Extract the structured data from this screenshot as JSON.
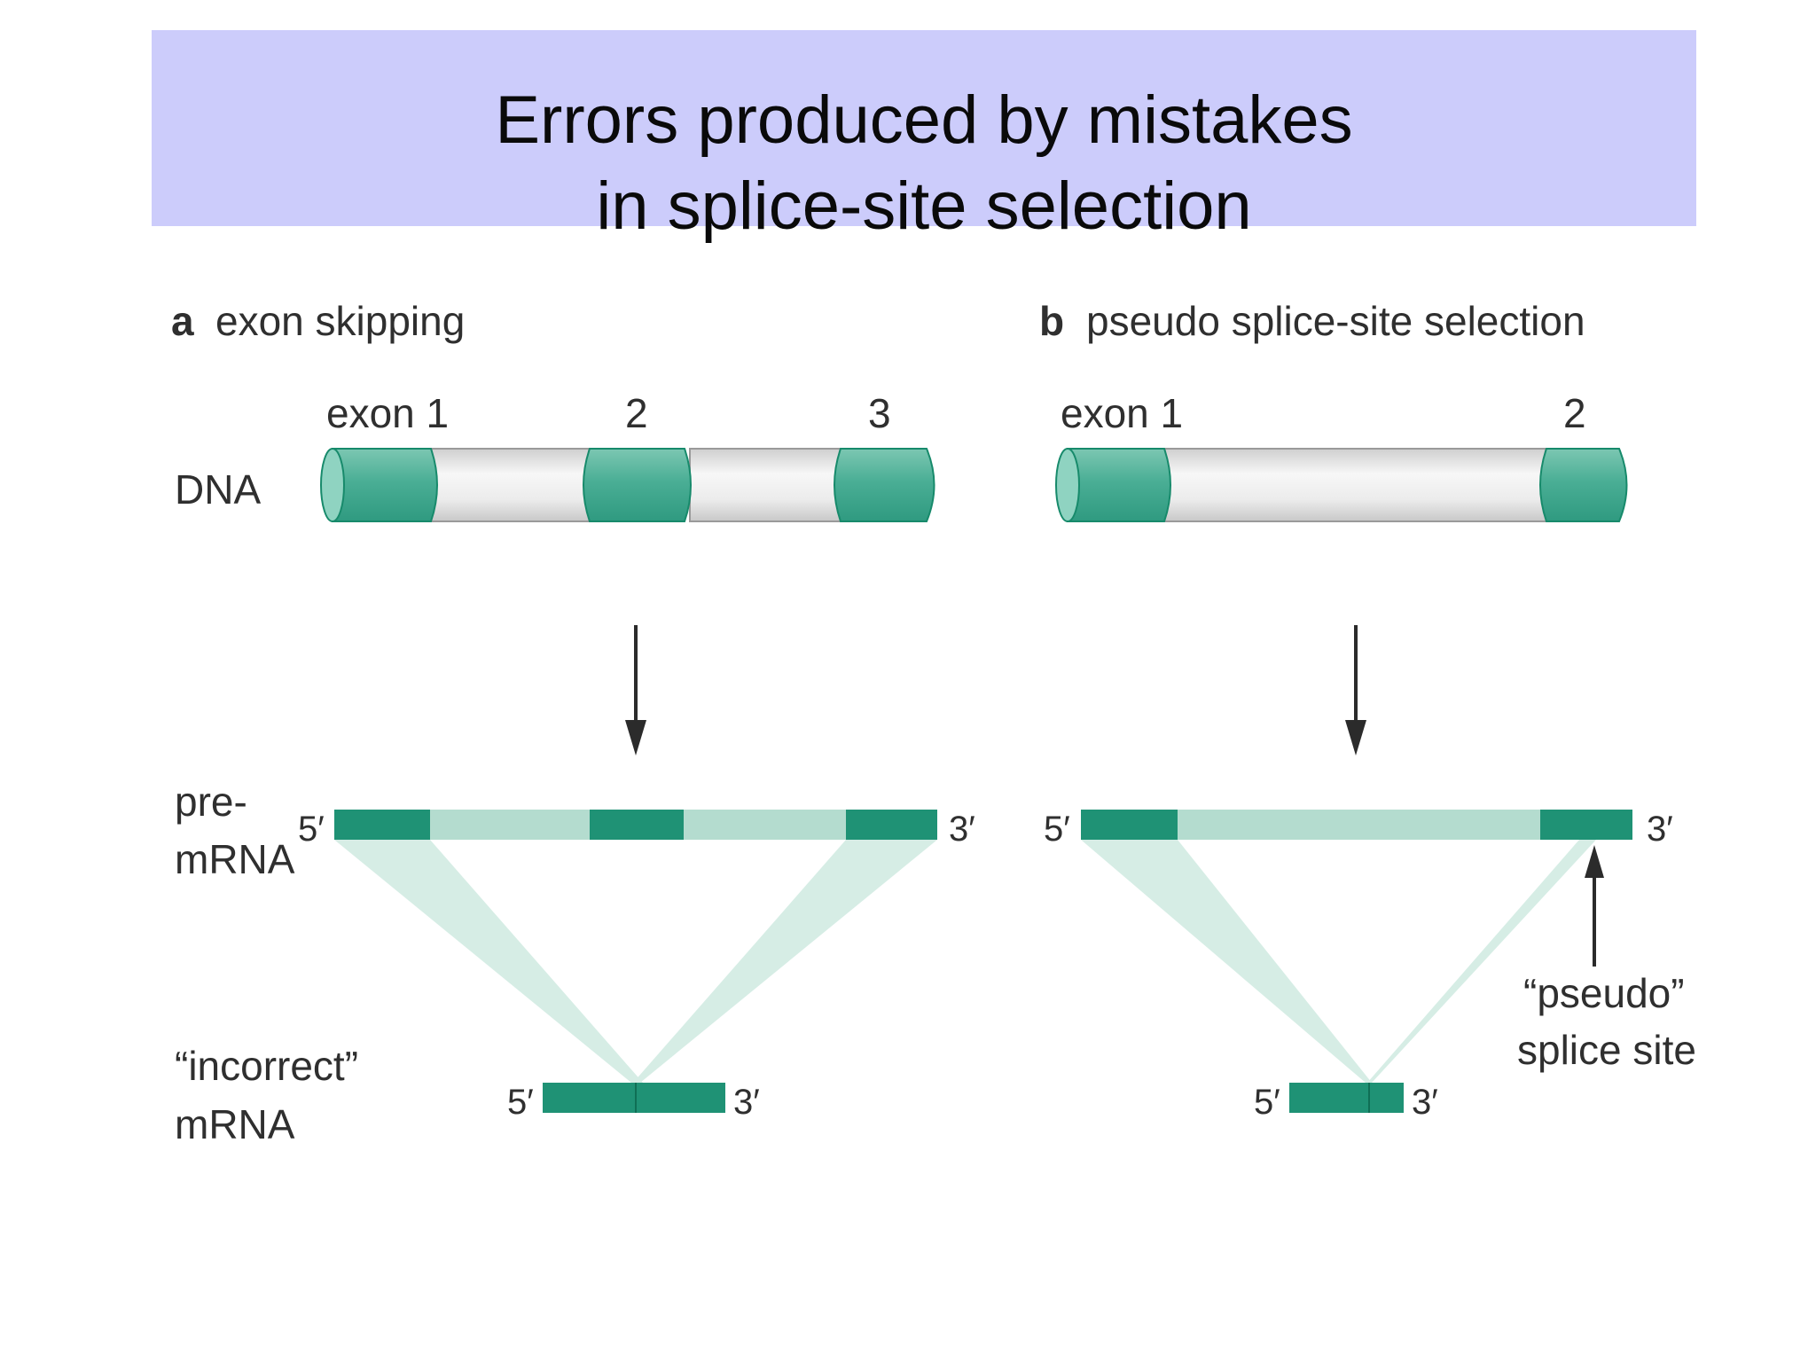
{
  "title": {
    "line1": "Errors produced by mistakes",
    "line2": "in splice-site selection"
  },
  "colors": {
    "title_band": "#ccccfb",
    "exon": "#3aa58d",
    "exon_dark": "#178a6b",
    "intron": "#e6e6e6",
    "intron_rna": "#b4dccf",
    "splice_path": "#d3ebe3",
    "text": "#2f2f2f"
  },
  "panel_a": {
    "letter": "a",
    "heading": "exon skipping",
    "exon_labels": [
      "exon 1",
      "2",
      "3"
    ],
    "row_labels": {
      "dna": "DNA",
      "pre_mrna_1": "pre-",
      "pre_mrna_2": "mRNA",
      "mrna_1": "“incorrect”",
      "mrna_2": "mRNA"
    },
    "pre_mrna_5": "5′",
    "pre_mrna_3": "3′",
    "mrna_5": "5′",
    "mrna_3": "3′"
  },
  "panel_b": {
    "letter": "b",
    "heading": "pseudo splice-site selection",
    "exon_labels": [
      "exon 1",
      "2"
    ],
    "pre_mrna_5": "5′",
    "pre_mrna_3": "3′",
    "mrna_5": "5′",
    "mrna_3": "3′",
    "pseudo_label_1": "“pseudo”",
    "pseudo_label_2": "splice site"
  }
}
